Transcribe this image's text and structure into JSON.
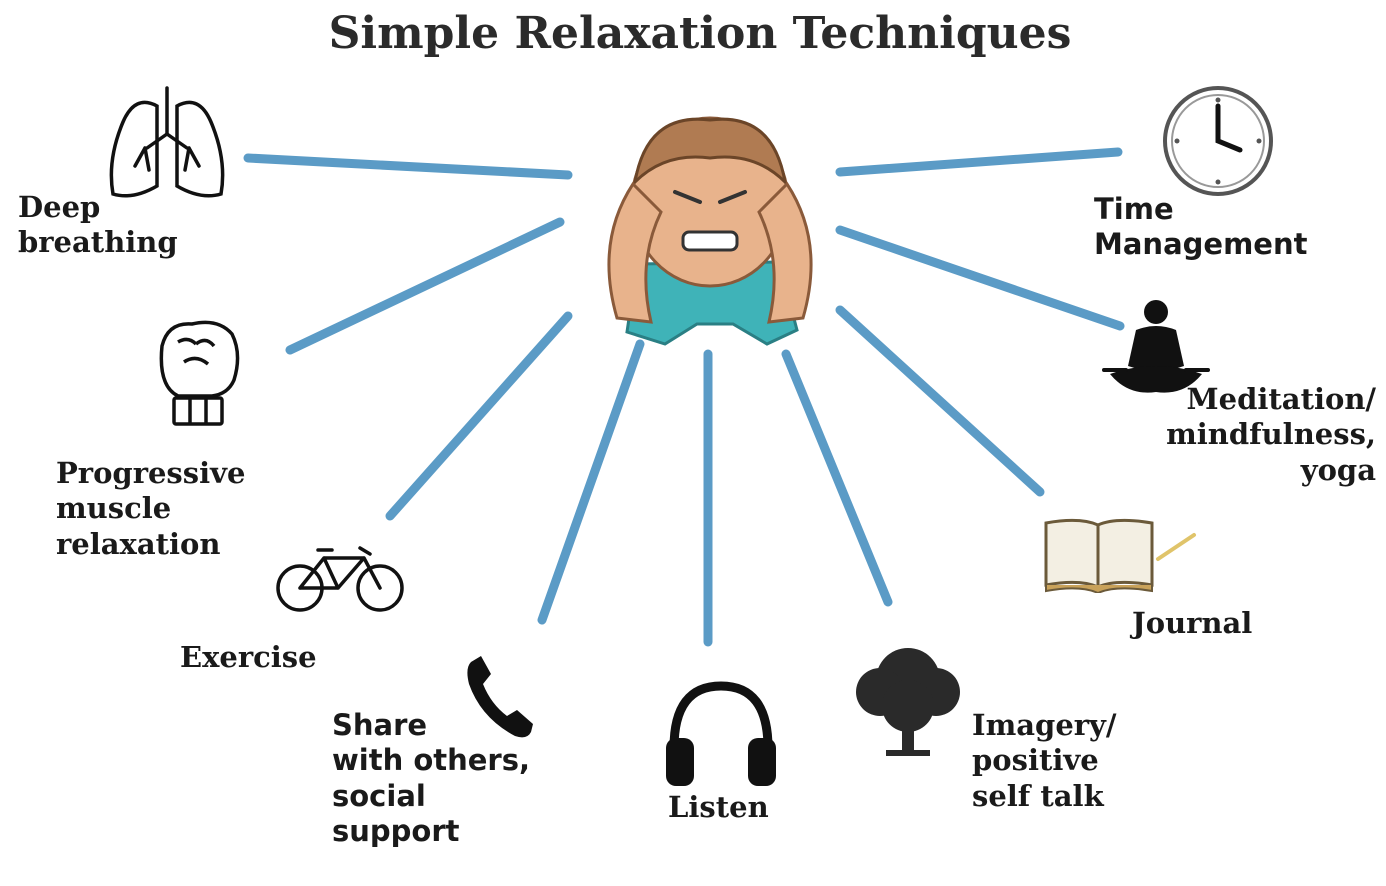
{
  "title": "Simple Relaxation Techniques",
  "colors": {
    "connector": "#5b9bc6",
    "icon": "#111111",
    "shirt": "#3fb3b8",
    "skin": "#e8b38c"
  },
  "center": {
    "icon": "stressed-person-holding-head"
  },
  "techniques": [
    {
      "label": "Deep\nbreathing",
      "icon": "lungs-icon"
    },
    {
      "label": "Progressive\nmuscle\nrelaxation",
      "icon": "fist-icon"
    },
    {
      "label": "Exercise",
      "icon": "bicycle-icon"
    },
    {
      "label": "Share\nwith others,\nsocial\nsupport",
      "icon": "phone-icon"
    },
    {
      "label": "Listen",
      "icon": "headphones-icon"
    },
    {
      "label": "Imagery/\npositive\nself talk",
      "icon": "tree-icon"
    },
    {
      "label": "Journal",
      "icon": "book-icon"
    },
    {
      "label": "Meditation/\nmindfulness,\nyoga",
      "icon": "meditation-icon"
    },
    {
      "label": "Time\nManagement",
      "icon": "clock-icon"
    }
  ]
}
